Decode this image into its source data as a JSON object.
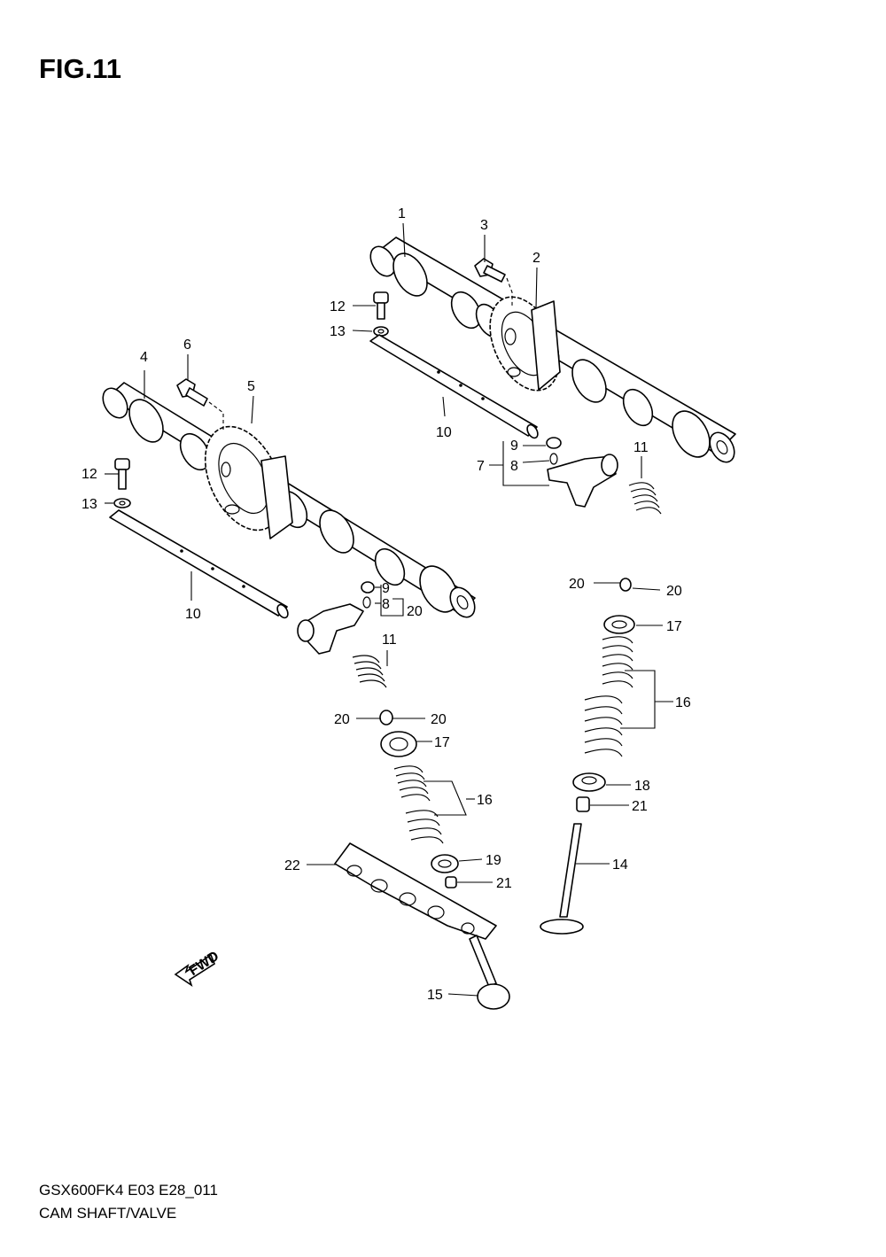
{
  "title": "FIG.11",
  "footer": {
    "model_code": "GSX600FK4 E03 E28_011",
    "description": "CAM SHAFT/VALVE"
  },
  "fwd_label": "FWD",
  "callouts": {
    "c1": "1",
    "c2": "2",
    "c3": "3",
    "c4": "4",
    "c5": "5",
    "c6": "6",
    "c7": "7",
    "c8a": "8",
    "c8b": "8",
    "c9a": "9",
    "c9b": "9",
    "c10a": "10",
    "c10b": "10",
    "c11a": "11",
    "c11b": "11",
    "c12a": "12",
    "c12b": "12",
    "c13a": "13",
    "c13b": "13",
    "c14": "14",
    "c15": "15",
    "c16a": "16",
    "c16b": "16",
    "c17a": "17",
    "c17b": "17",
    "c18": "18",
    "c19": "19",
    "c20a": "20",
    "c20b": "20",
    "c20c": "20",
    "c20d": "20",
    "c20e": "20",
    "c21a": "21",
    "c21b": "21",
    "c22": "22"
  }
}
